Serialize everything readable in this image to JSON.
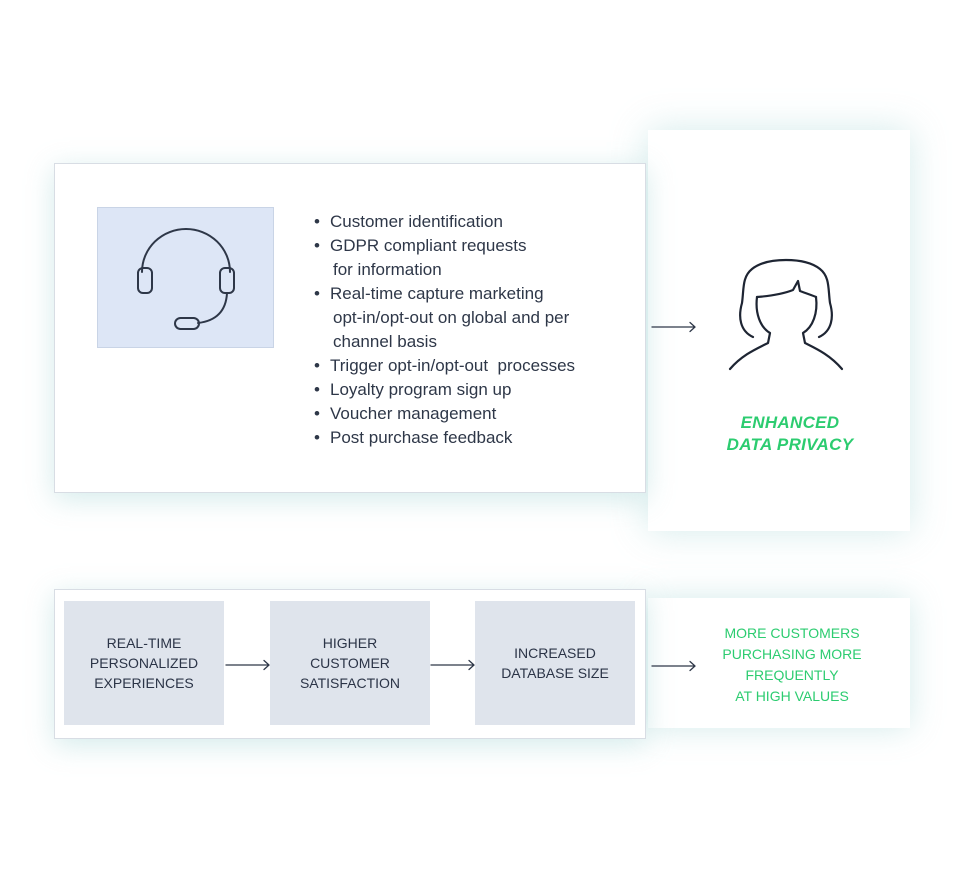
{
  "features": [
    [
      "Customer identification"
    ],
    [
      "GDPR compliant requests",
      "for information"
    ],
    [
      "Real-time capture marketing",
      "opt-in/opt-out on global and per",
      "channel basis"
    ],
    [
      "Trigger opt-in/opt-out  processes"
    ],
    [
      "Loyalty program sign up"
    ],
    [
      "Voucher management"
    ],
    [
      "Post purchase feedback"
    ]
  ],
  "privacy": {
    "line1": "ENHANCED",
    "line2": "DATA PRIVACY"
  },
  "steps": [
    {
      "lines": [
        "REAL-TIME",
        "PERSONALIZED",
        "EXPERIENCES"
      ]
    },
    {
      "lines": [
        "HIGHER",
        "CUSTOMER",
        "SATISFACTION"
      ]
    },
    {
      "lines": [
        "INCREASED",
        "DATABASE SIZE"
      ]
    }
  ],
  "outcome": {
    "lines": [
      "MORE CUSTOMERS",
      "PURCHASING MORE",
      "FREQUENTLY",
      "AT HIGH VALUES"
    ]
  },
  "colors": {
    "accent": "#2ccc70",
    "icon_stroke": "#2e3748",
    "tile_blue": "#dde6f6",
    "tile_grey": "#dfe4ec"
  },
  "icons": {
    "headset": "headset-icon",
    "person": "person-icon",
    "arrow": "arrow-right-icon"
  }
}
